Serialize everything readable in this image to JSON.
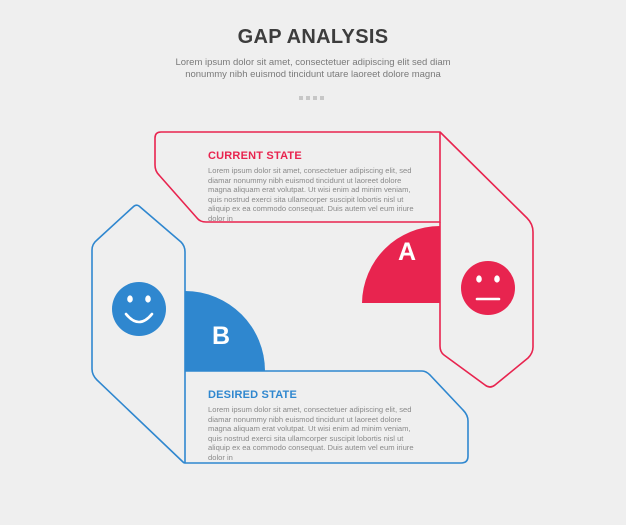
{
  "header": {
    "title": "GAP ANALYSIS",
    "subtitle": "Lorem ipsum dolor sit amet, consectetuer adipiscing elit sed diam nonummy nibh euismod tincidunt utare laoreet dolore magna"
  },
  "current_state": {
    "title": "CURRENT STATE",
    "text": "Lorem ipsum dolor sit amet, consectetuer adipiscing elit, sed diamar nonummy nibh euismod tincidunt ut laoreet dolore magna aliquam erat volutpat. Ut wisi enim ad minim veniam, quis nostrud exerci sita ullamcorper suscipit lobortis nisl ut aliquip ex ea commodo consequat. Duis autem vel eum iriure dolor in",
    "letter": "A",
    "face": "neutral-face-icon"
  },
  "desired_state": {
    "title": "DESIRED STATE",
    "text": "Lorem ipsum dolor sit amet, consectetuer adipiscing elit, sed diamar nonummy nibh euismod tincidunt ut laoreet dolore magna aliquam erat volutpat. Ut wisi enim ad minim veniam, quis nostrud exerci sita ullamcorper suscipit lobortis nisl ut aliquip ex ea commodo consequat. Duis autem vel eum iriure dolor in",
    "letter": "B",
    "face": "smile-face-icon"
  },
  "colors": {
    "background": "#efefef",
    "red": "#e8244f",
    "blue": "#2f87cf",
    "title": "#3d3d3d",
    "body_text": "#8a8a8a"
  }
}
